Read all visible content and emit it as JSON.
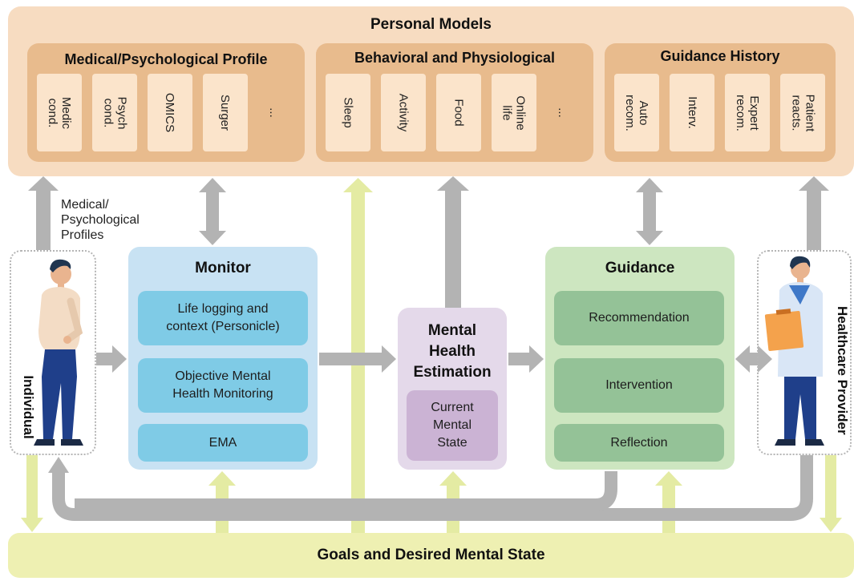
{
  "personal_models": {
    "title": "Personal Models",
    "medical_profile": {
      "title": "Medical/Psychological Profile",
      "cards": [
        "Medic\ncond.",
        "Psych\ncond.",
        "OMICS",
        "Surger",
        "..."
      ]
    },
    "behavioral": {
      "title": "Behavioral and Physiological",
      "cards": [
        "Sleep",
        "Activity",
        "Food",
        "Online\nlife",
        "..."
      ]
    },
    "guidance_history": {
      "title": "Guidance History",
      "cards": [
        "Auto\nrecom.",
        "Interv.",
        "Expert\nrecom.",
        "Patient\nreacts."
      ]
    }
  },
  "profiles_note": "Medical/\nPsychological\nProfiles",
  "individual_label": "Individual",
  "provider_label": "Healthcare Provider",
  "monitor": {
    "title": "Monitor",
    "items": [
      "Life logging and\ncontext (Personicle)",
      "Objective Mental\nHealth Monitoring",
      "EMA"
    ]
  },
  "mental_health": {
    "title": "Mental\nHealth\nEstimation",
    "current": "Current\nMental\nState"
  },
  "guidance": {
    "title": "Guidance",
    "items": [
      "Recommendation",
      "Intervention",
      "Reflection"
    ]
  },
  "goals": "Goals and Desired Mental State",
  "colors": {
    "gray_arrow": "#b3b3b3",
    "yellow_arrow": "#e4eba3",
    "peach": "#f7dcc1",
    "tan": "#e8bb8d",
    "blue": "#7fcbe6",
    "purple": "#cbb3d4",
    "green": "#94c297",
    "goal": "#eef0b2"
  }
}
